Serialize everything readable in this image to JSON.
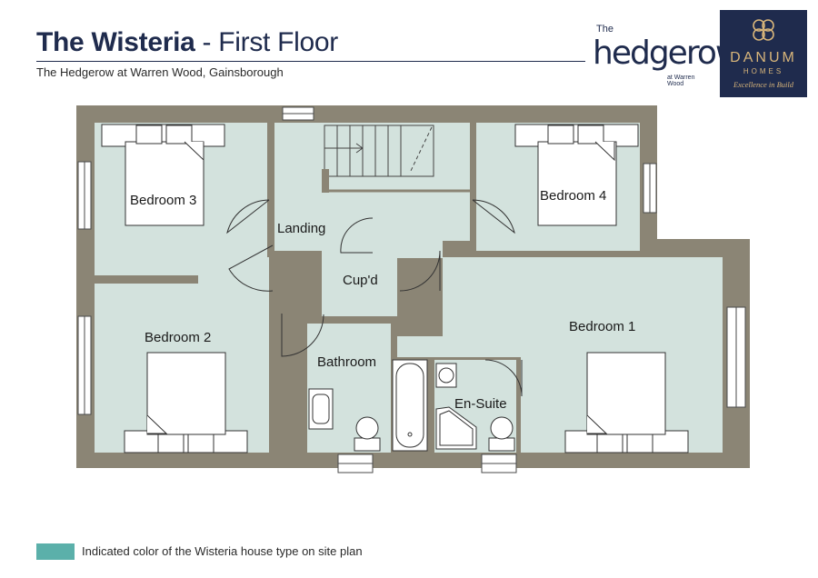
{
  "header": {
    "title_bold": "The Wisteria",
    "title_rest": " - First Floor",
    "subtitle": "The Hedgerow at Warren Wood, Gainsborough"
  },
  "logos": {
    "hedgerow": {
      "the": "The",
      "name": "hedgerow",
      "at": "at Warren Wood"
    },
    "danum": {
      "name": "DANUM",
      "sub": "HOMES",
      "tagline": "Excellence in Build"
    }
  },
  "rooms": {
    "bedroom3": "Bedroom 3",
    "landing": "Landing",
    "bedroom4": "Bedroom 4",
    "cupd": "Cup'd",
    "bedroom2": "Bedroom 2",
    "bedroom1": "Bedroom 1",
    "bathroom": "Bathroom",
    "ensuite": "En-Suite"
  },
  "legend": {
    "text": "Indicated color of the Wisteria house type on site plan",
    "swatch_color": "#5bb0aa"
  },
  "colors": {
    "wall": "#8b8575",
    "floor": "#d3e2dd",
    "navy": "#1f2b4d",
    "gold": "#d8b57a"
  }
}
